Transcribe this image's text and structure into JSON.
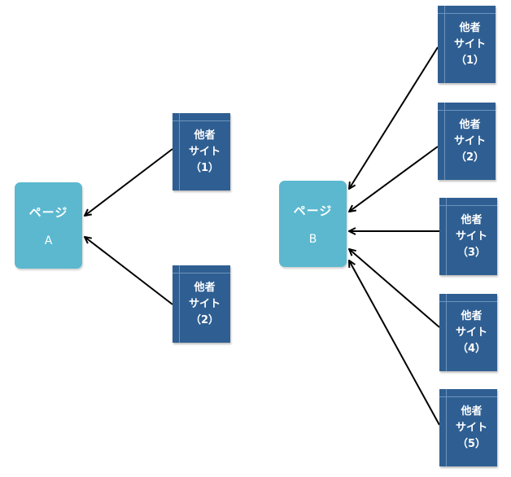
{
  "diagram": {
    "colors": {
      "page_box": "#5bb8cf",
      "site_box": "#2f5f92",
      "site_box_lines": "#6d93bd",
      "arrow": "#000000"
    },
    "group_a": {
      "page": {
        "line1": "ページ",
        "line2": "A"
      },
      "sites": [
        {
          "line1": "他者",
          "line2": "サイト",
          "line3": "（1）"
        },
        {
          "line1": "他者",
          "line2": "サイト",
          "line3": "（2）"
        }
      ]
    },
    "group_b": {
      "page": {
        "line1": "ページ",
        "line2": "B"
      },
      "sites": [
        {
          "line1": "他者",
          "line2": "サイト",
          "line3": "（1）"
        },
        {
          "line1": "他者",
          "line2": "サイト",
          "line3": "（2）"
        },
        {
          "line1": "他者",
          "line2": "サイト",
          "line3": "（3）"
        },
        {
          "line1": "他者",
          "line2": "サイト",
          "line3": "（4）"
        },
        {
          "line1": "他者",
          "line2": "サイト",
          "line3": "（5）"
        }
      ]
    }
  }
}
